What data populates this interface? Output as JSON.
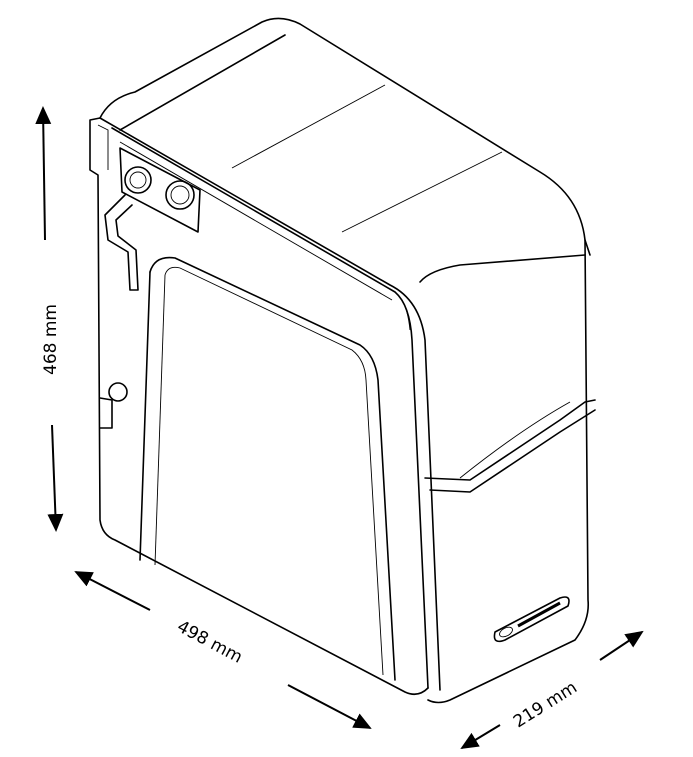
{
  "dimensions": {
    "height": "468 mm",
    "width": "498 mm",
    "depth": "219 mm"
  },
  "colors": {
    "line": "#000000",
    "background": "#ffffff"
  }
}
